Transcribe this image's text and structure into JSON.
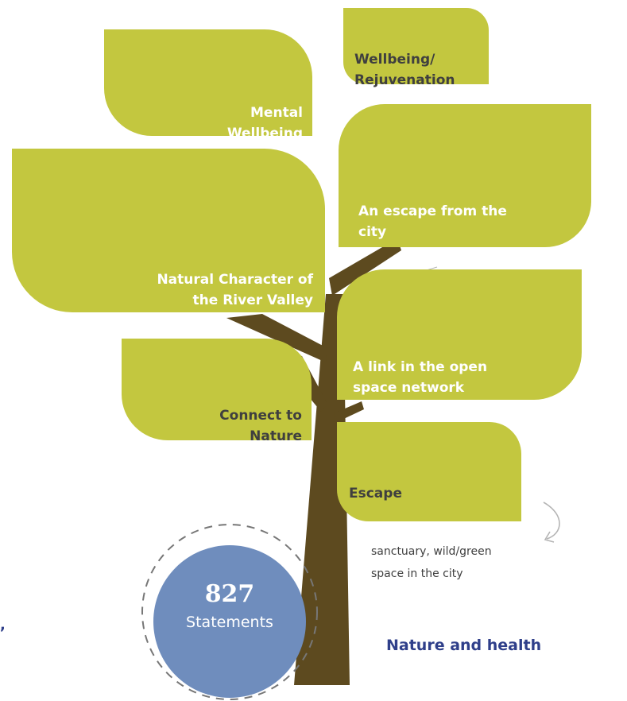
{
  "theme": {
    "title": "Nature and health",
    "side_note": "sanctuary, wild/green\nspace in the city",
    "cut_off_fragment": ","
  },
  "statements": {
    "count": "827",
    "label": "Statements"
  },
  "leaves": [
    {
      "id": "wellbeing-rejuvenation",
      "label": "Wellbeing/\nRejuvenation"
    },
    {
      "id": "mental-wellbeing",
      "label": "Mental\nWellbeing"
    },
    {
      "id": "escape-city",
      "label": "An escape from the\ncity"
    },
    {
      "id": "natural-character",
      "label": "Natural Character of\nthe River Valley"
    },
    {
      "id": "link-open-space",
      "label": "A link in the open\nspace network"
    },
    {
      "id": "connect-nature",
      "label": "Connect to\nNature"
    },
    {
      "id": "escape",
      "label": "Escape"
    }
  ],
  "colors": {
    "leaf": "#c3c73f",
    "trunk": "#5d4a1f",
    "badge": "#6f8dbd",
    "title": "#2f3f8a",
    "dark_text": "#3f3f3f",
    "arrow": "#b5b5b5"
  }
}
